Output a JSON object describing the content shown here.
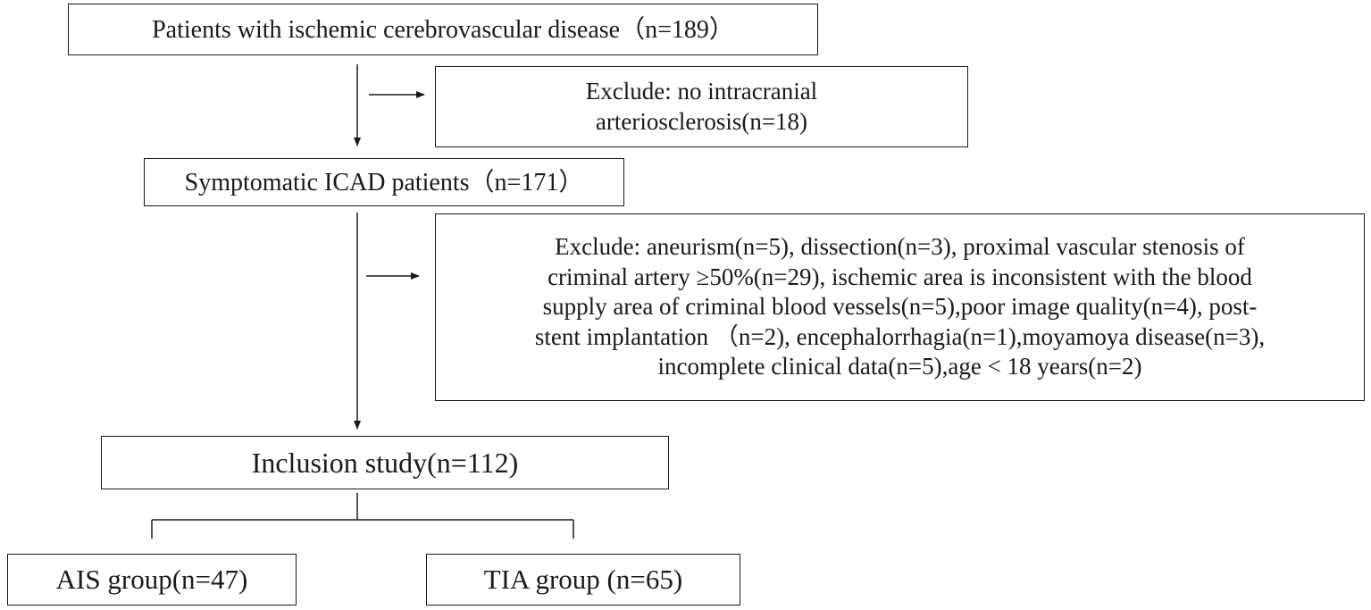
{
  "diagram": {
    "nodes": {
      "patients": "Patients with ischemic cerebrovascular disease（n=189）",
      "exclude_first": [
        "Exclude: no intracranial",
        "arteriosclerosis(n=18)"
      ],
      "symptomatic": "Symptomatic ICAD patients（n=171）",
      "exclude_second": [
        "Exclude: aneurism(n=5), dissection(n=3), proximal vascular stenosis of",
        "criminal artery ≥50%(n=29), ischemic area is inconsistent with the blood",
        "supply area of criminal blood vessels(n=5),poor image quality(n=4), post-",
        "stent implantation （n=2), encephalorrhagia(n=1),moyamoya disease(n=3),",
        "incomplete clinical data(n=5),age < 18 years(n=2)"
      ],
      "inclusion": "Inclusion study(n=112)",
      "ais_group": "AIS group(n=47)",
      "tia_group": "TIA group (n=65)"
    },
    "edges": [
      {
        "from": "patients",
        "to": "symptomatic"
      },
      {
        "from": "patients",
        "to": "exclude_first"
      },
      {
        "from": "symptomatic",
        "to": "inclusion"
      },
      {
        "from": "symptomatic",
        "to": "exclude_second"
      },
      {
        "from": "inclusion",
        "to": "ais_group"
      },
      {
        "from": "inclusion",
        "to": "tia_group"
      }
    ]
  }
}
